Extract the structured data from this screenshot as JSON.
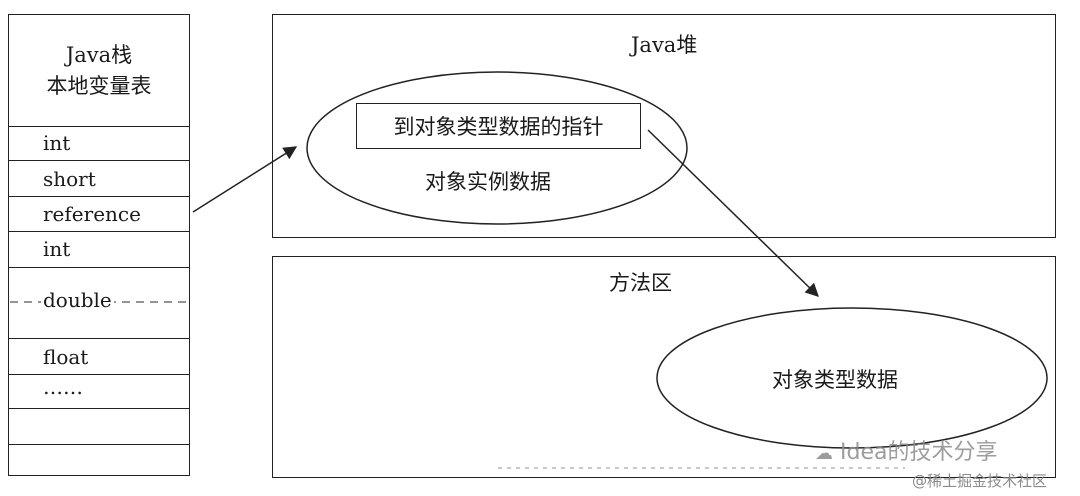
{
  "stack": {
    "title_line1": "Java栈",
    "title_line2": "本地变量表",
    "slots": [
      "int",
      "short",
      "reference",
      "int",
      "double",
      "float",
      "……",
      "",
      ""
    ]
  },
  "heap": {
    "title": "Java堆",
    "pointer_label": "到对象类型数据的指针",
    "instance_label": "对象实例数据"
  },
  "method_area": {
    "title": "方法区",
    "type_data_label": "对象类型数据"
  },
  "watermark": {
    "main": "Idea的技术分享",
    "site": "@稀土掘金技术社区"
  },
  "colors": {
    "line": "#222222",
    "watermark": "#8c8c8c"
  }
}
